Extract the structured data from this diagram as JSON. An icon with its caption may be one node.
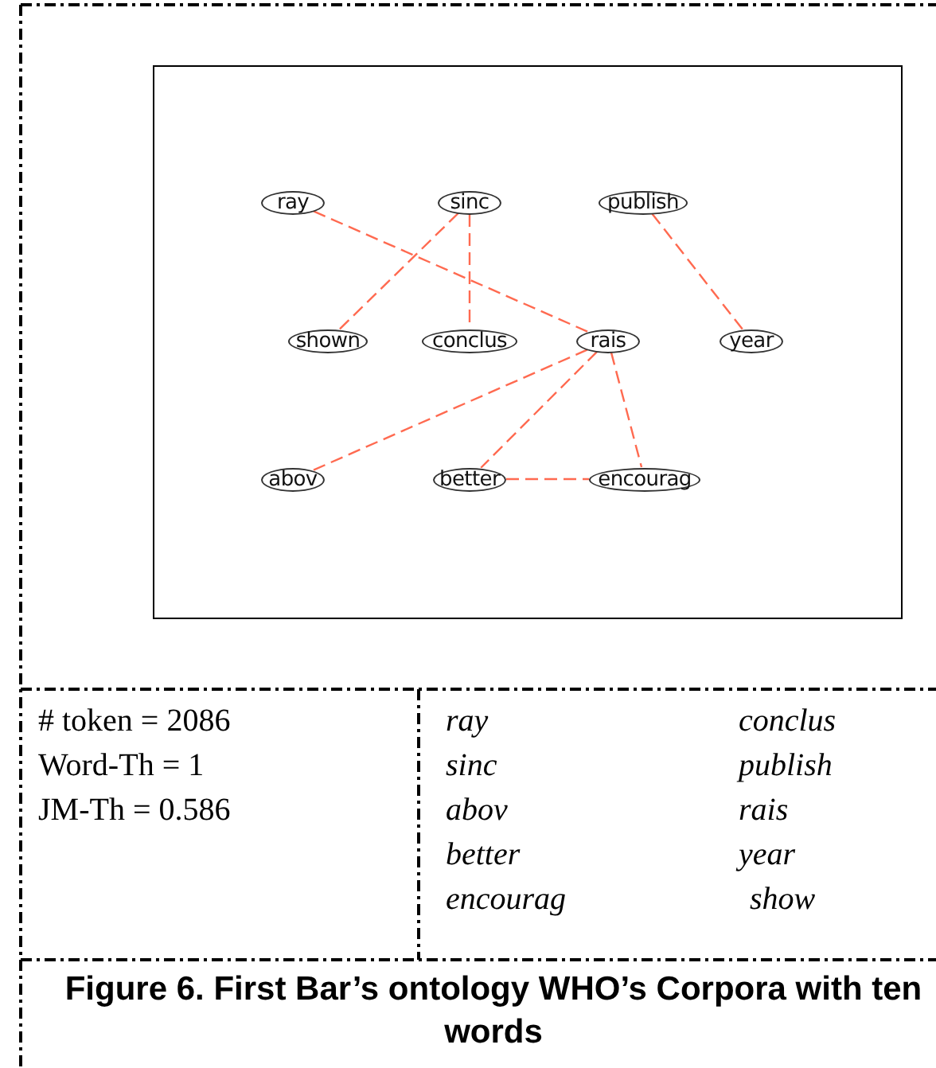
{
  "diagram": {
    "caption": "Figure 6. First Bar’s ontology WHO’s Corpora with ten words",
    "nodes": [
      {
        "text": [
          "ray"
        ]
      },
      {
        "text": [
          "sinc"
        ]
      },
      {
        "text": [
          "publish"
        ]
      },
      {
        "text": [
          "shown"
        ]
      },
      {
        "text": [
          "conclus"
        ]
      },
      {
        "text": [
          "rais"
        ]
      },
      {
        "text": [
          "year"
        ]
      },
      {
        "text": [
          "abov"
        ]
      },
      {
        "text": [
          "better"
        ]
      },
      {
        "text": [
          "encourag"
        ]
      }
    ],
    "edges": [
      {
        "from": 0,
        "to": 5,
        "arrow": "none",
        "style": "dashed"
      },
      {
        "from": 1,
        "to": 3,
        "arrow": "none",
        "style": "dashed"
      },
      {
        "from": 1,
        "to": 4,
        "arrow": "none",
        "style": "dashed"
      },
      {
        "from": 2,
        "to": 6,
        "arrow": "none",
        "style": "dashed"
      },
      {
        "from": 5,
        "to": 7,
        "arrow": "none",
        "style": "dashed"
      },
      {
        "from": 5,
        "to": 8,
        "arrow": "none",
        "style": "dashed"
      },
      {
        "from": 5,
        "to": 9,
        "arrow": "none",
        "style": "dashed"
      },
      {
        "from": 8,
        "to": 9,
        "arrow": "none",
        "style": "dashed"
      }
    ],
    "labels": [
      "# token = 2086",
      "Word-Th = 1",
      "JM-Th = 0.586",
      "ray",
      "conclus",
      "sinc",
      "publish",
      "abov",
      "rais",
      "better",
      "year",
      "encourag",
      "show"
    ]
  }
}
